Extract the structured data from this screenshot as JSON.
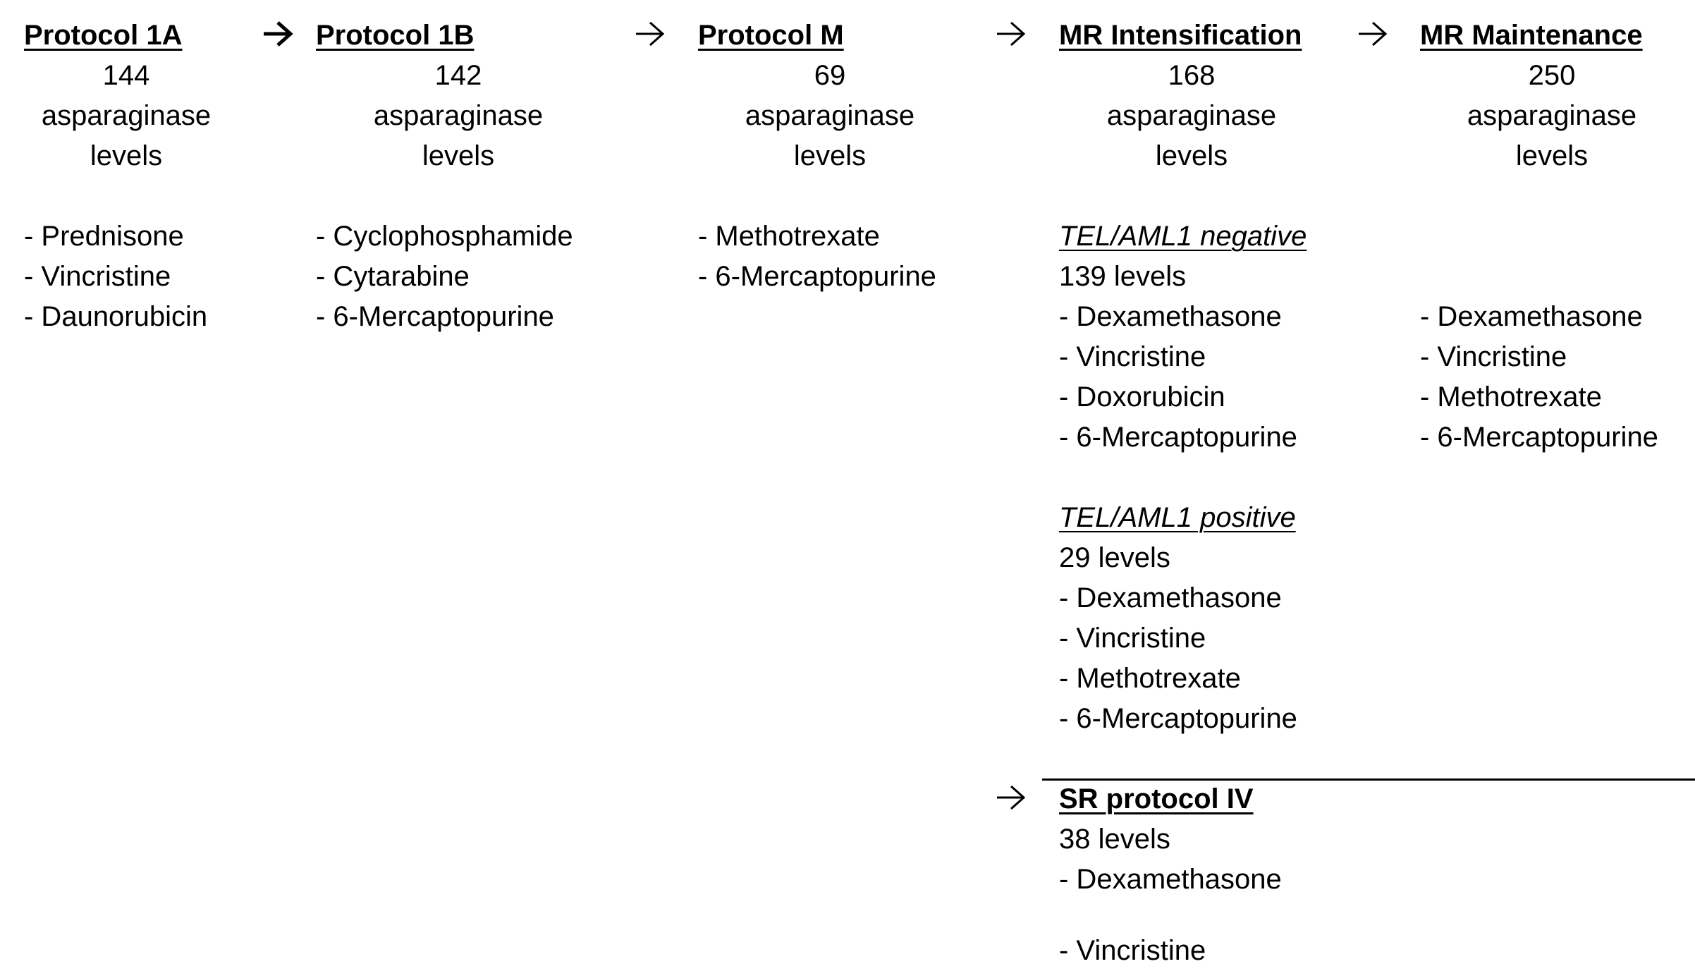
{
  "protocols": [
    {
      "id": "protocol-1a",
      "title": "Protocol 1A",
      "count": "144",
      "count_label_1": "asparaginase",
      "count_label_2": "levels",
      "drugs": [
        "- Prednisone",
        "- Vincristine",
        "- Daunorubicin"
      ]
    },
    {
      "id": "protocol-1b",
      "title": "Protocol 1B",
      "count": "142",
      "count_label_1": "asparaginase",
      "count_label_2": "levels",
      "drugs": [
        "- Cyclophosphamide",
        "- Cytarabine",
        "- 6-Mercaptopurine"
      ]
    },
    {
      "id": "protocol-m",
      "title": "Protocol M",
      "count": "69",
      "count_label_1": "asparaginase",
      "count_label_2": "levels",
      "drugs": [
        "- Methotrexate",
        "- 6-Mercaptopurine"
      ]
    },
    {
      "id": "mr-intensification",
      "title": "MR Intensification",
      "count": "168",
      "count_label_1": "asparaginase",
      "count_label_2": "levels",
      "subgroups": [
        {
          "name": "TEL/AML1 negative",
          "levels": "139 levels",
          "drugs": [
            "- Dexamethasone",
            "- Vincristine",
            "- Doxorubicin",
            "- 6-Mercaptopurine"
          ]
        },
        {
          "name": "TEL/AML1 positive",
          "levels": "29 levels",
          "drugs": [
            "- Dexamethasone",
            "- Vincristine",
            "- Methotrexate",
            "- 6-Mercaptopurine"
          ]
        }
      ]
    },
    {
      "id": "mr-maintenance",
      "title": "MR Maintenance",
      "count": "250",
      "count_label_1": "asparaginase",
      "count_label_2": "levels",
      "drugs": [
        "- Dexamethasone",
        "- Vincristine",
        "- Methotrexate",
        "- 6-Mercaptopurine"
      ]
    }
  ],
  "sr_protocol": {
    "title": "SR protocol IV",
    "levels": "38 levels",
    "drugs": [
      "- Dexamethasone",
      "- Vincristine"
    ]
  }
}
